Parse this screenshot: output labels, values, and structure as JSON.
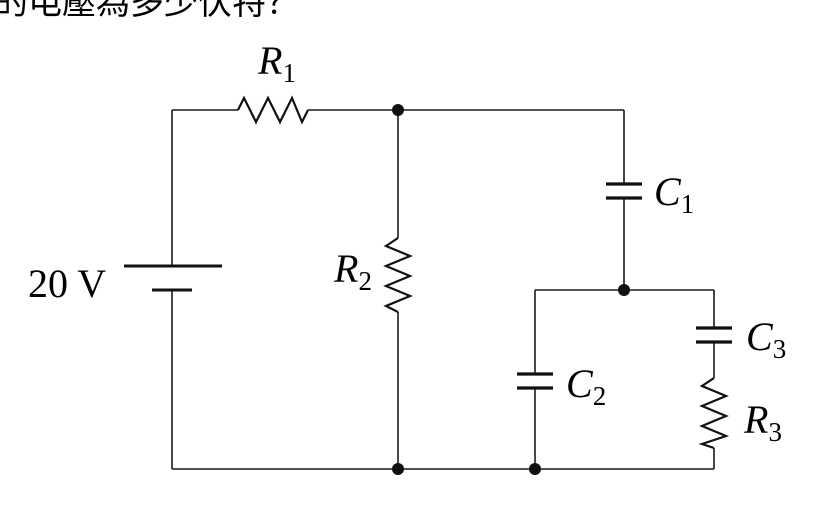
{
  "header_text": "的电壓為多少伏特？",
  "source": {
    "label": "20 V"
  },
  "components": {
    "R1": {
      "symbol": "R",
      "subscript": "1"
    },
    "R2": {
      "symbol": "R",
      "subscript": "2"
    },
    "R3": {
      "symbol": "R",
      "subscript": "3"
    },
    "C1": {
      "symbol": "C",
      "subscript": "1"
    },
    "C2": {
      "symbol": "C",
      "subscript": "2"
    },
    "C3": {
      "symbol": "C",
      "subscript": "3"
    }
  },
  "colors": {
    "wire": "#1a1a1a",
    "background": "#ffffff"
  }
}
